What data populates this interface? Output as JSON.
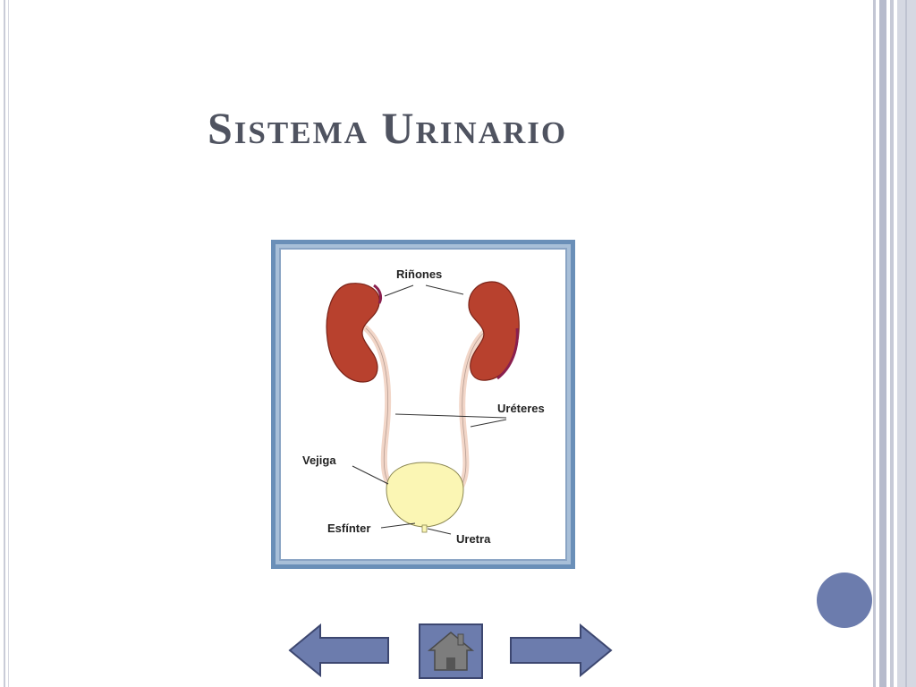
{
  "slide": {
    "title": "Sistema Urinario"
  },
  "diagram": {
    "labels": {
      "kidneys": "Riñones",
      "ureters": "Uréteres",
      "bladder": "Vejiga",
      "sphincter": "Esfínter",
      "urethra": "Uretra"
    }
  },
  "navigation": {
    "prev_icon": "left-arrow-icon",
    "home_icon": "home-icon",
    "next_icon": "right-arrow-icon"
  },
  "colors": {
    "title": "#4f5360",
    "frame": "#6a8fb8",
    "nav": "#6c7cad",
    "kidney": "#b8412e",
    "bladder": "#fbf6b4",
    "ureter": "#f2d6c8"
  }
}
